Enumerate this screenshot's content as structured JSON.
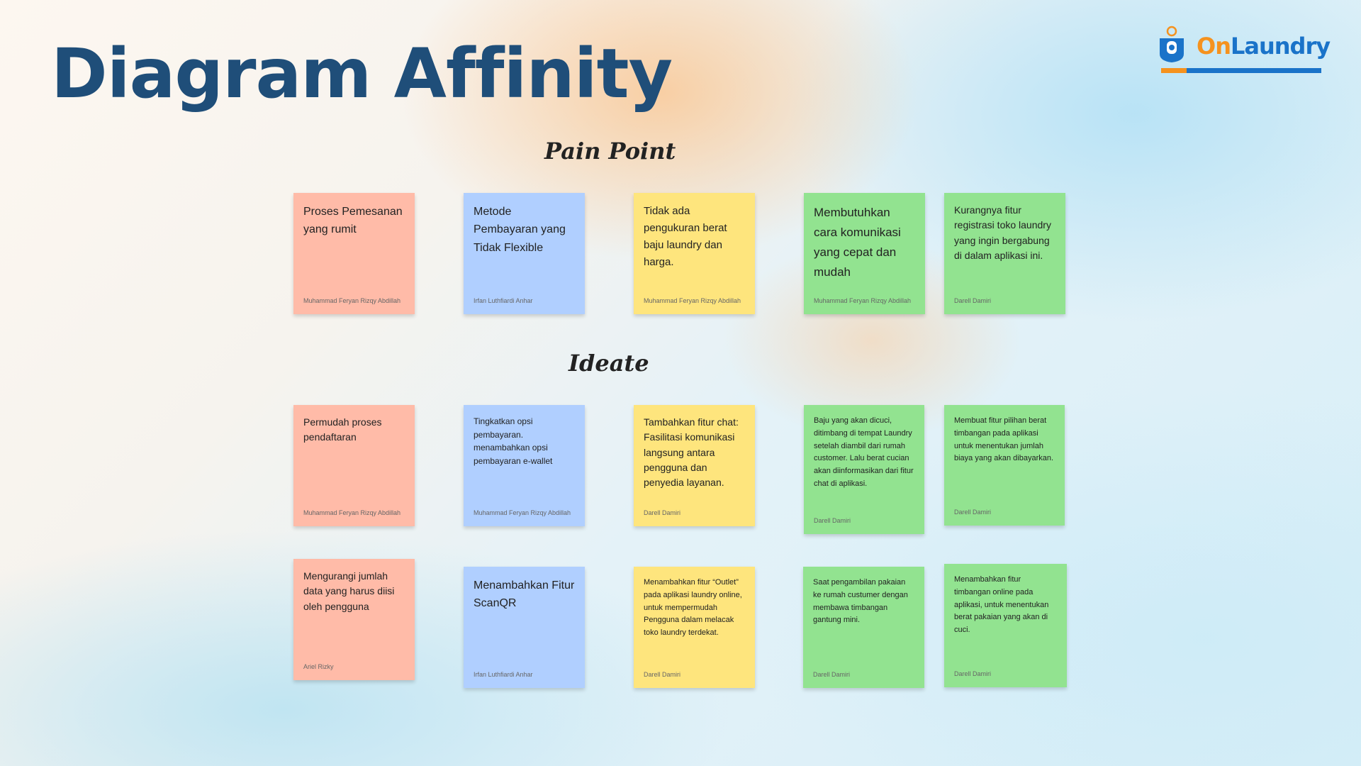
{
  "title": "Diagram Affinity",
  "logo": {
    "on": "On",
    "laundry": "Laundry",
    "icon": "laundry-tag-icon"
  },
  "colors": {
    "pink": "#ffbba8",
    "blue": "#b0cfff",
    "yellow": "#fee57d",
    "green": "#92e390",
    "title": "#1f4e79",
    "logo_blue": "#1a73c9",
    "logo_orange": "#f5921e"
  },
  "sections": {
    "pain_point": "Pain Point",
    "ideate": "Ideate"
  },
  "pain_point_notes": [
    {
      "text": "Proses Pemesanan yang rumit",
      "author": "Muhammad Feryan Rizqy Abdillah",
      "color": "pink"
    },
    {
      "text": "Metode Pembayaran yang Tidak Flexible",
      "author": "Irfan Luthfiardi Anhar",
      "color": "blue"
    },
    {
      "text": "Tidak ada pengukuran berat baju laundry dan harga.",
      "author": "Muhammad Feryan Rizqy Abdillah",
      "color": "yellow"
    },
    {
      "text": "Membutuhkan cara komunikasi yang cepat dan mudah",
      "author": "Muhammad Feryan Rizqy Abdillah",
      "color": "green"
    },
    {
      "text": "Kurangnya fitur registrasi toko laundry yang ingin bergabung di dalam aplikasi ini.",
      "author": "Darell Damiri",
      "color": "green"
    }
  ],
  "ideate_notes_row1": [
    {
      "text": "Permudah proses pendaftaran",
      "author": "Muhammad Feryan Rizqy Abdillah",
      "color": "pink"
    },
    {
      "text": "Tingkatkan opsi pembayaran. menambahkan opsi pembayaran e-wallet",
      "author": "Muhammad Feryan Rizqy Abdillah",
      "color": "blue"
    },
    {
      "text": "Tambahkan fitur chat: Fasilitasi komunikasi langsung antara pengguna dan penyedia layanan.",
      "author": "Darell Damiri",
      "color": "yellow"
    },
    {
      "text": "Baju yang akan dicuci, ditimbang di tempat Laundry setelah diambil dari rumah customer. Lalu berat cucian akan diinformasikan dari fitur chat di aplikasi.",
      "author": "Darell Damiri",
      "color": "green"
    },
    {
      "text": "Membuat fitur pilihan berat timbangan pada aplikasi untuk menentukan jumlah biaya yang akan dibayarkan.",
      "author": "Darell Damiri",
      "color": "green"
    }
  ],
  "ideate_notes_row2": [
    {
      "text": "Mengurangi jumlah data yang harus diisi oleh pengguna",
      "author": "Ariel Rizky",
      "color": "pink"
    },
    {
      "text": "Menambahkan Fitur ScanQR",
      "author": "Irfan Luthfiardi Anhar",
      "color": "blue"
    },
    {
      "text": "Menambahkan fitur “Outlet” pada aplikasi laundry online, untuk mempermudah Pengguna dalam melacak toko laundry terdekat.",
      "author": "Darell Damiri",
      "color": "yellow"
    },
    {
      "text": "Saat pengambilan pakaian ke rumah custumer dengan membawa timbangan gantung mini.",
      "author": "Darell Damiri",
      "color": "green"
    },
    {
      "text": "Menambahkan fitur timbangan online pada aplikasi, untuk menentukan berat pakaian yang akan di cuci.",
      "author": "Darell Damiri",
      "color": "green"
    }
  ]
}
